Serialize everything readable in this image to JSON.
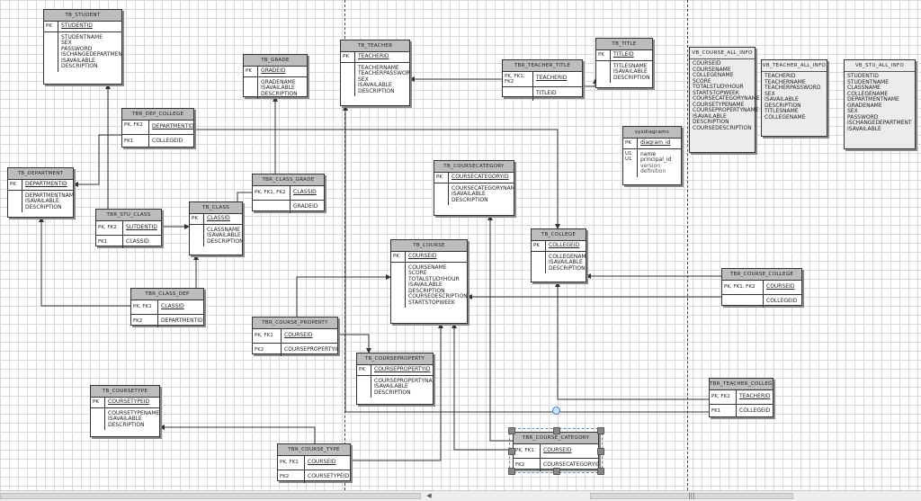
{
  "entities": {
    "tb_student": {
      "title": "TB_STUDENT",
      "pk_label": "PK",
      "pk": "STUDENTID",
      "attrs": [
        "STUDENTNAME",
        "SEX",
        "PASSWORD",
        "ISCHANGEDEPARTMENT",
        "ISAVAILABLE",
        "DESCRIPTION"
      ]
    },
    "tb_grade": {
      "title": "TB_GRADE",
      "pk_label": "PK",
      "pk": "GRADEID",
      "attrs": [
        "GRADENAME",
        "ISAVAILABLE",
        "DESCRIPTION"
      ]
    },
    "tb_teacher": {
      "title": "TB_TEACHER",
      "pk_label": "PK",
      "pk": "TEACHERID",
      "attrs": [
        "TEACHERNAME",
        "TEACHERPASSWORD",
        "SEX",
        "ISAVAILABLE",
        "DESCRIPTION"
      ]
    },
    "tb_title": {
      "title": "TB_TITLE",
      "pk_label": "PK",
      "pk": "TITLEID",
      "attrs": [
        "TITLESNAME",
        "ISAVAILABLE",
        "DESCRIPTION"
      ]
    },
    "tbr_teacher_title": {
      "title": "TBR_TEACHER_TITLE",
      "pk_label": "PK, FK1, FK2",
      "pk": "TEACHERID",
      "fk_label": "",
      "fk": "TITLEID"
    },
    "tbr_dep_college": {
      "title": "TBR_DEP_COLLEGE",
      "pk_label": "PK, FK2",
      "pk": "DEPARTMENTID",
      "fk_label": "FK1",
      "fk": "COLLEGEID"
    },
    "tb_department": {
      "title": "TB_DEPARTMENT",
      "pk_label": "PK",
      "pk": "DEPARTMENTID",
      "attrs": [
        "DEPARTMENTNAME",
        "ISAVAILABLE",
        "DESCRIPTION"
      ]
    },
    "tbr_stu_class": {
      "title": "TBR_STU_CLASS",
      "pk_label": "PK, FK2",
      "pk": "SUTDENTID",
      "fk_label": "FK1",
      "fk": "CLASSID"
    },
    "tb_class": {
      "title": "TB_CLASS",
      "pk_label": "PK",
      "pk": "CLASSID",
      "attrs": [
        "CLASSNAME",
        "ISAVAILABLE",
        "DESCRIPTION"
      ]
    },
    "tbr_class_grade": {
      "title": "TBR_CLASS_GRADE",
      "pk_label": "PK, FK1, FK2",
      "pk": "CLASSID",
      "fk_label": "",
      "fk": "GRADEID"
    },
    "tb_coursecategory": {
      "title": "TB_COURSECATEGORY",
      "pk_label": "PK",
      "pk": "COURSECATEGORYID",
      "attrs": [
        "COURSECATEGORYNAME",
        "ISAVAILABLE",
        "DESCRIPTION"
      ]
    },
    "tb_course": {
      "title": "TB_COURSE",
      "pk_label": "PK",
      "pk": "COURSEID",
      "attrs": [
        "COURSENAME",
        "SCORE",
        "TOTALSTUDYHOUR",
        "ISAVAILABLE",
        "DESCRIPTION",
        "COURSEDESCRIPTION",
        "STARTSTOPWEEK"
      ]
    },
    "tb_college": {
      "title": "TB_COLLEGE",
      "pk_label": "PK",
      "pk": "COLLEGEID",
      "attrs": [
        "COLLEGENAME",
        "ISAVAILABLE",
        "DESCRIPTION"
      ]
    },
    "tbr_class_dep": {
      "title": "TBR_CLASS_DEP",
      "pk_label": "PK, FK1",
      "pk": "CLASSID",
      "fk_label": "FK2",
      "fk": "DEPARTMENTID"
    },
    "tbr_course_property": {
      "title": "TBR_COURSE_PROPERTY",
      "pk_label": "PK, FK1",
      "pk": "COURSEID",
      "fk_label": "FK2",
      "fk": "COURSEPROPERTYID"
    },
    "tb_courseproperty": {
      "title": "TB_COURSEPROPERTY",
      "pk_label": "PK",
      "pk": "COURSEPROPERTYID",
      "attrs": [
        "COURSEPROPERTYNAME",
        "ISAVAILABLE",
        "DESCRIPTION"
      ]
    },
    "tbr_course_college": {
      "title": "TBR_COURSE_COLLEGE",
      "pk_label": "PK, FK1, FK2",
      "pk": "COURSEID",
      "fk_label": "",
      "fk": "COLLEGEID"
    },
    "tb_coursetype": {
      "title": "TB_COURSETYPE",
      "pk_label": "PK",
      "pk": "COURSETYPEID",
      "attrs": [
        "COURSETYPENAME",
        "ISAVAILABLE",
        "DESCRIPTION"
      ]
    },
    "tbr_teacher_college": {
      "title": "TBR_TEACHER_COLLEGE",
      "pk_label": "PK, FK2",
      "pk": "TEACHERID",
      "fk_label": "FK1",
      "fk": "COLLEGEID"
    },
    "tbr_course_type": {
      "title": "TBR_COURSE_TYPE",
      "pk_label": "PK, FK1",
      "pk": "COURSEID",
      "fk_label": "FK2",
      "fk": "COURSETYPEID"
    },
    "tbr_course_category": {
      "title": "TBR_COURSE_CATEGORY",
      "pk_label": "PK, FK1",
      "pk": "COURSEID",
      "fk_label": "FK2",
      "fk": "COURSECATEGORYID"
    },
    "sysdiagrams": {
      "title": "sysdiagrams",
      "pk_label": "PK",
      "pk": "diagram_id",
      "u_labels": [
        "U1",
        "U1"
      ],
      "attrs": [
        "name",
        "principal_id",
        "version",
        "definition"
      ]
    }
  },
  "views": {
    "vb_course_all_info": {
      "title": "VB_COURSE_ALL_INFO",
      "attrs": [
        "COURSEID",
        "COURSENAME",
        "COLLEGENAME",
        "SCORE",
        "TOTALSTUDYHOUR",
        "STARTSTOPWEEK",
        "COURSECATEGORYNAME",
        "COURSETYPENAME",
        "COURSEPROPERTYNAME",
        "ISAVAILABLE",
        "DESCRIPTION",
        "COURSEDESCRIPTION"
      ]
    },
    "vb_teacher_all_info": {
      "title": "VB_TEACHER_ALL_INFO",
      "attrs": [
        "TEACHERID",
        "TEACHERNAME",
        "TEACHERPASSWORD",
        "SEX",
        "ISAVAILABLE",
        "DESCRIPTION",
        "TITLESNAME",
        "COLLEGENAME"
      ]
    },
    "vb_stu_all_info": {
      "title": "VB_STU_ALL_INFO",
      "attrs": [
        "STUDENTID",
        "STUDENTNAME",
        "CLASSNAME",
        "COLLEGENAME",
        "DEPARTMENTNAME",
        "GRADENAME",
        "SEX",
        "PASSWORD",
        "ISCHANGEDEPARTMENT",
        "ISAVAILABLE"
      ]
    }
  },
  "colors": {
    "line": "#333333",
    "header": "#bdbdbd",
    "grid": "#d9d9d9",
    "selection": "#3b7bd0"
  }
}
